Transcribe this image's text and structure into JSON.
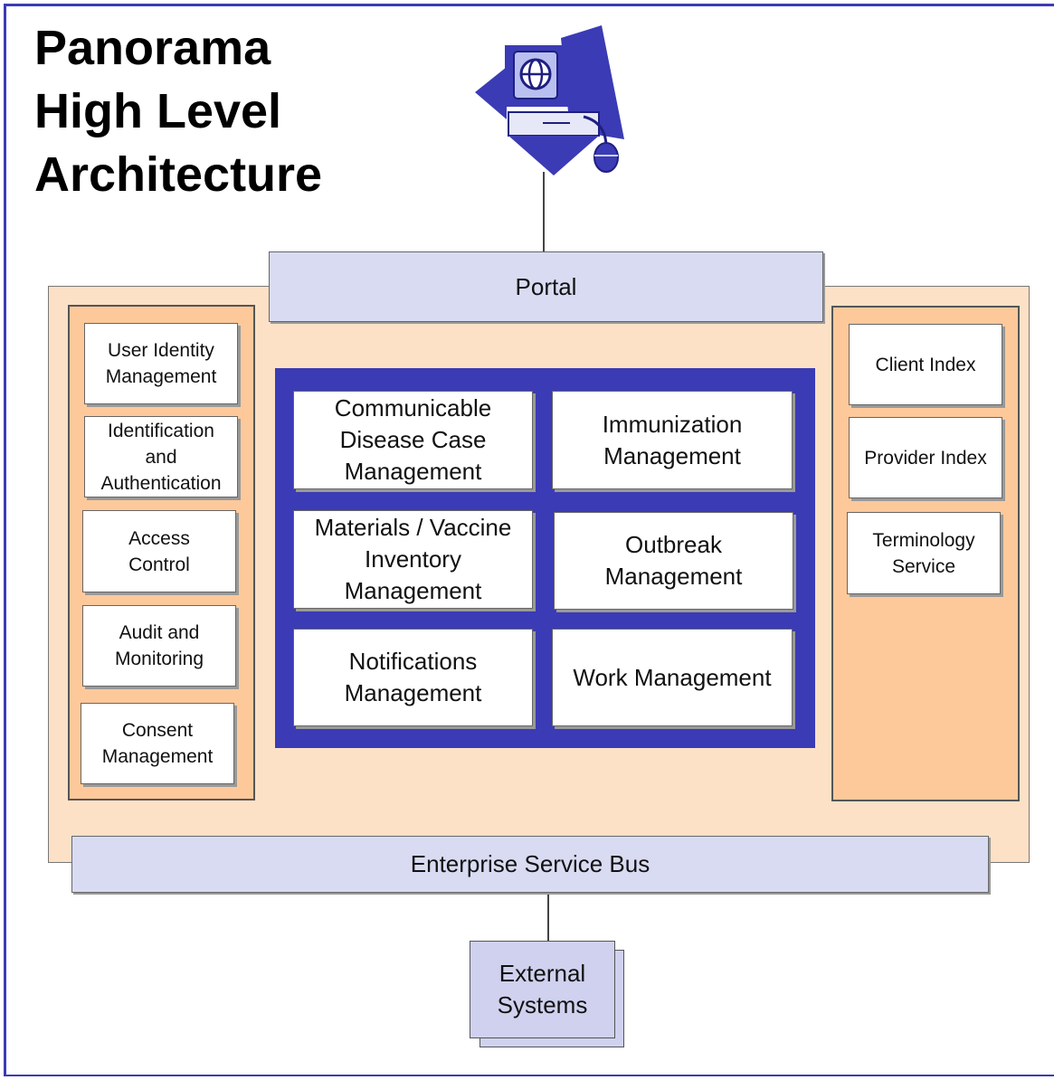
{
  "title": "Panorama\nHigh Level\nArchitecture",
  "icons": {
    "workstation": "workstation-globe-icon"
  },
  "colors": {
    "frame": "#3b3bb5",
    "core": "#3b3bb5",
    "peach": "#fde1c6",
    "panel": "#fdc99b",
    "bar": "#d9dbf2"
  },
  "portal": "Portal",
  "esb": "Enterprise Service Bus",
  "left_panel": {
    "items": [
      "User Identity\nManagement",
      "Identification\nand\nAuthentication",
      "Access\nControl",
      "Audit and\nMonitoring",
      "Consent\nManagement"
    ]
  },
  "core_modules": {
    "items": [
      "Communicable\nDisease Case\nManagement",
      "Immunization\nManagement",
      "Materials / Vaccine\nInventory\nManagement",
      "Outbreak\nManagement",
      "Notifications\nManagement",
      "Work Management"
    ]
  },
  "right_panel": {
    "items": [
      "Client Index",
      "Provider Index",
      "Terminology\nService"
    ]
  },
  "external": "External\nSystems"
}
